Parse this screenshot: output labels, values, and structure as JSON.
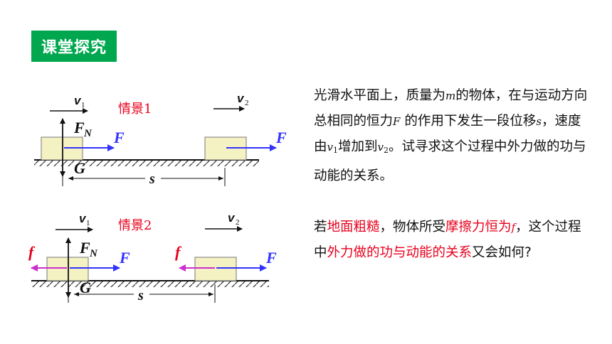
{
  "header": {
    "badge": "课堂探究"
  },
  "colors": {
    "accent": "#00a74f",
    "highlight": "#e8001c",
    "force_blue": "#3333ff",
    "friction_magenta": "#cc2fcc",
    "block_fill": "#f4f1c3"
  },
  "scene1": {
    "title": "情景1",
    "v1": "v",
    "v1_sub": "1",
    "v2": "v",
    "v2_sub": "2",
    "fn": "F",
    "fn_sub": "N",
    "f_left": "F",
    "f_right": "F",
    "g": "G",
    "s": "s"
  },
  "scene2": {
    "title": "情景2",
    "v1": "v",
    "v1_sub": "1",
    "v2": "v",
    "v2_sub": "2",
    "fn": "F",
    "fn_sub": "N",
    "f_left": "F",
    "f_right": "F",
    "friction_left": "f",
    "friction_right": "f",
    "g": "G",
    "s": "s"
  },
  "paragraph1": {
    "t1": "光滑水平面上，质量为",
    "m": "m",
    "t2": "的物体，在与运动方向总相同的恒力",
    "F": "F",
    "t3": " 的作用下发生一段位移",
    "s": "s",
    "t4": "，速度由",
    "v1": "v",
    "v1_sub": "1",
    "t5": "增加到",
    "v2": "v",
    "v2_sub": "2",
    "t6": "。试寻求这个过程中外力做的功与动能的关系。"
  },
  "paragraph2": {
    "t1": "若",
    "r1": "地面粗糙",
    "t2": "，物体所受",
    "r2": "摩擦力恒为",
    "f": "f",
    "t3": "，这个过程中",
    "r3": "外力做的功与动能的关系",
    "t4": "又会如何?"
  }
}
